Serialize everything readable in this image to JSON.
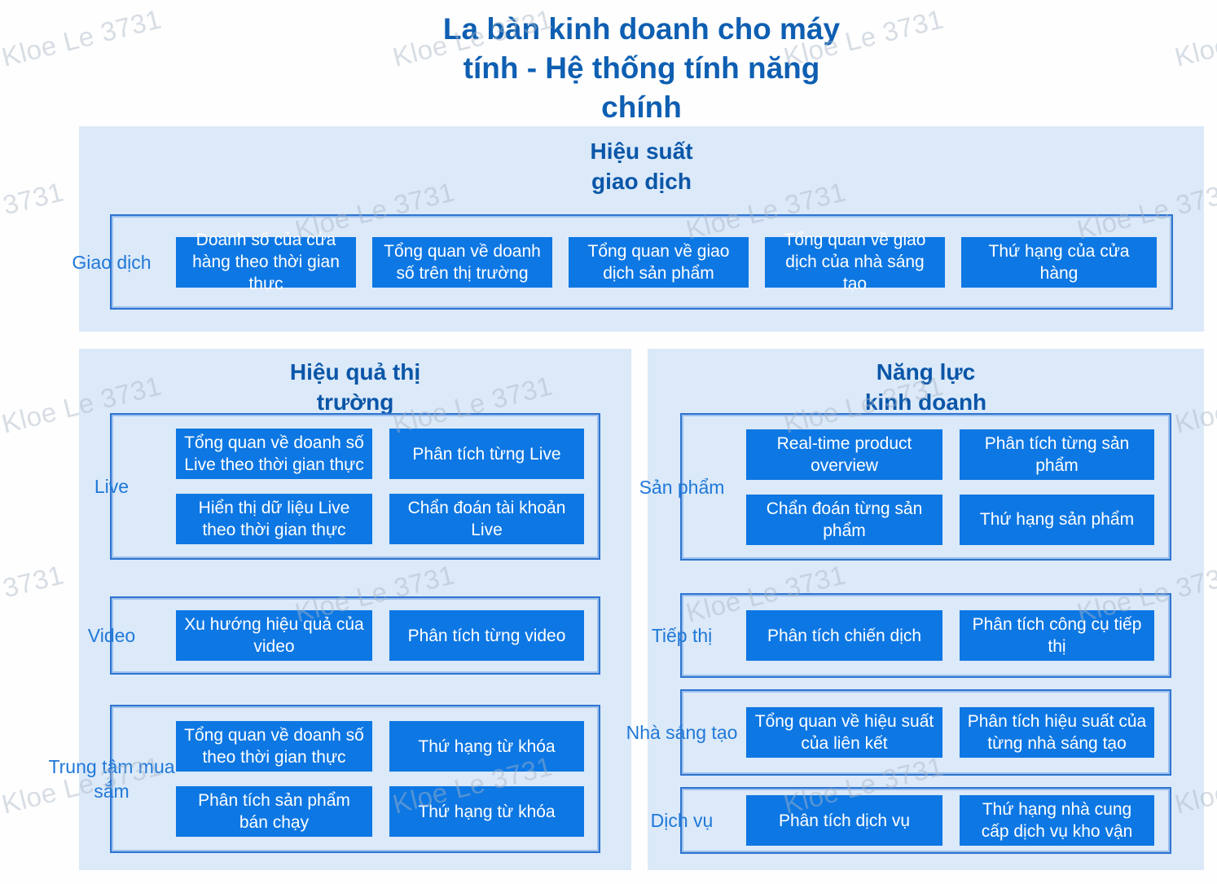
{
  "watermark": "Kloe Le 3731",
  "main_title": "La bàn kinh doanh cho máy\ntính - Hệ thống tính năng\nchính",
  "colors": {
    "panel_bg": "#dbe9f9",
    "box_bg": "#0d77e3",
    "border": "#2e74d0",
    "title": "#0a56a8",
    "title_strong": "#0e5fb2",
    "label": "#1f78d8",
    "watermark": "#a9b6c6"
  },
  "panels": [
    {
      "id": "transaction-performance",
      "title": "Hiệu suất\ngiao dịch",
      "groups": [
        {
          "label": "Giao dịch",
          "items": [
            "Doanh số của cửa hàng theo thời gian thực",
            "Tổng quan về doanh số trên thị trường",
            "Tổng quan về giao dịch sản phẩm",
            "Tổng quan về giao dịch của nhà sáng tạo",
            "Thứ hạng của cửa hàng"
          ]
        }
      ]
    },
    {
      "id": "market-effectiveness",
      "title": "Hiệu quả thị\ntrường",
      "groups": [
        {
          "label": "Live",
          "items": [
            "Tổng quan về doanh số Live theo thời gian thực",
            "Phân tích từng Live",
            "Hiển thị dữ liệu Live theo thời gian thực",
            "Chẩn đoán tài khoản Live"
          ]
        },
        {
          "label": "Video",
          "items": [
            "Xu hướng hiệu quả của video",
            "Phân tích từng video"
          ]
        },
        {
          "label": "Trung tâm mua sắm",
          "items": [
            "Tổng quan về doanh số theo thời gian thực",
            "Thứ hạng từ khóa",
            "Phân tích sản phẩm bán chạy",
            "Thứ hạng từ khóa"
          ]
        }
      ]
    },
    {
      "id": "business-capability",
      "title": "Năng lực\nkinh doanh",
      "groups": [
        {
          "label": "Sản phẩm",
          "items": [
            "Real-time product overview",
            "Phân tích từng sản phẩm",
            "Chẩn đoán từng sản phẩm",
            "Thứ hạng sản phẩm"
          ]
        },
        {
          "label": "Tiếp thị",
          "items": [
            "Phân tích chiến dịch",
            "Phân tích công cụ tiếp thị"
          ]
        },
        {
          "label": "Nhà sáng tạo",
          "items": [
            "Tổng quan về hiệu suất của liên kết",
            "Phân tích hiệu suất của từng nhà sáng tạo"
          ]
        },
        {
          "label": "Dịch vụ",
          "items": [
            "Phân tích dịch vụ",
            "Thứ hạng nhà cung cấp dịch vụ kho vận"
          ]
        }
      ]
    }
  ]
}
